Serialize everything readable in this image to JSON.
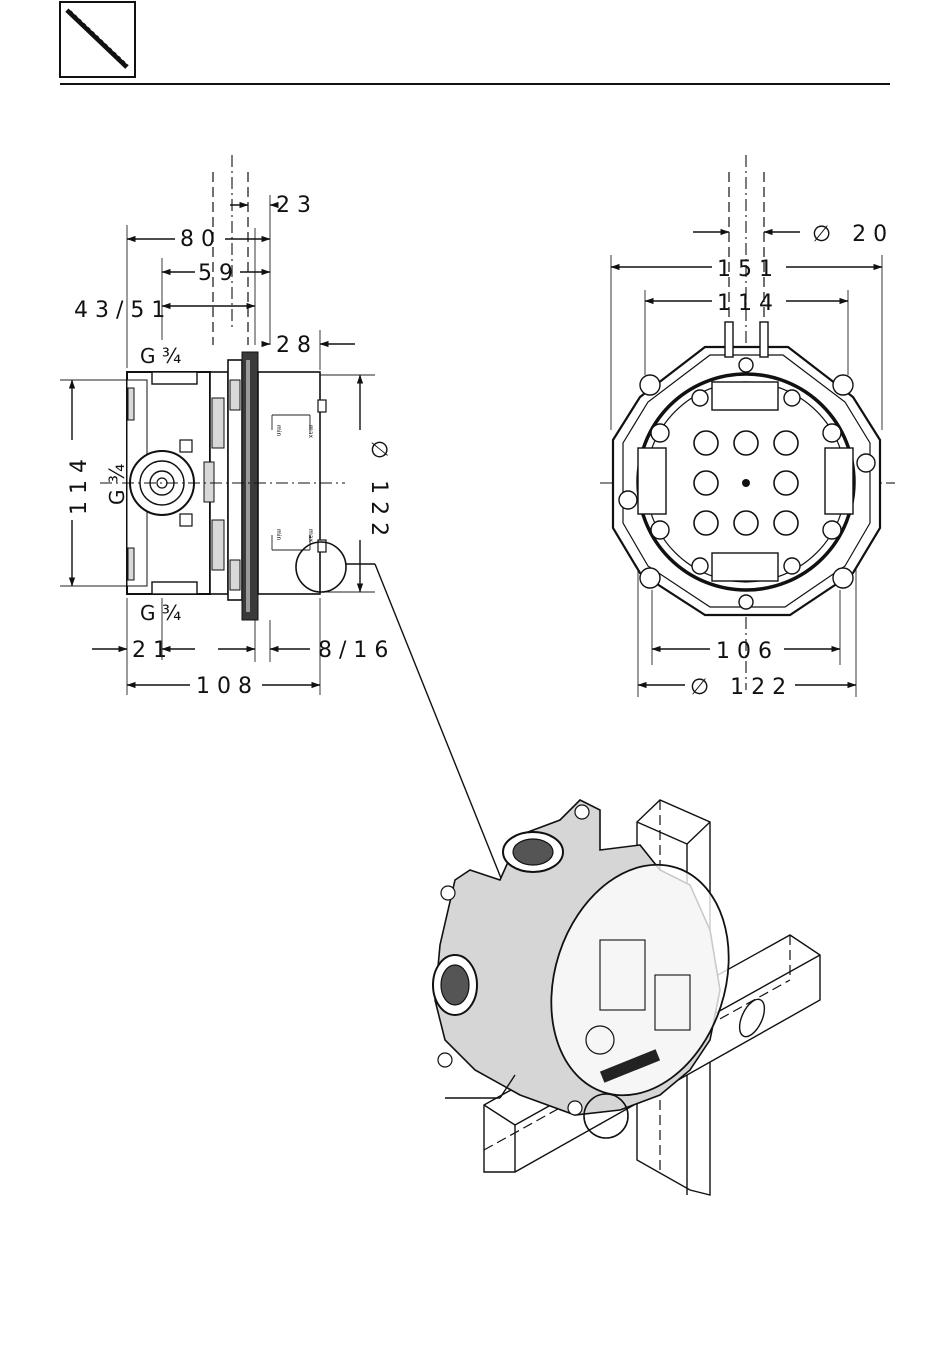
{
  "side_view": {
    "dims": {
      "d23": "23",
      "d80": "80",
      "d59": "59",
      "d43_51": "43/51",
      "d28": "28",
      "d114": "114",
      "d122": "∅ 122",
      "d21": "21",
      "d8_16": "8/16",
      "d108": "108"
    },
    "labels": {
      "g_top": "G ¾",
      "g_left": "G ¾",
      "g_bottom": "G ¾",
      "max": "max",
      "min": "min"
    }
  },
  "front_view": {
    "dims": {
      "d20": "∅  20",
      "d151": "151",
      "d114": "114",
      "d106": "106",
      "d122": "∅  122"
    }
  },
  "icons": {
    "header": "installation-level-icon",
    "arrow": "dimension-arrow-icon"
  }
}
